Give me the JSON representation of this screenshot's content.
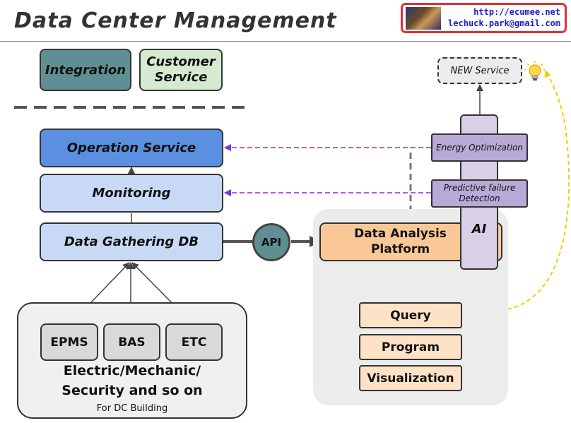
{
  "header": {
    "title": "Data Center Management",
    "url": "http://ecumee.net",
    "email": "lechuck.park@gmail.com"
  },
  "top_services": {
    "integration": "Integration",
    "customer_service": "Customer Service"
  },
  "left_stack": {
    "operation_service": "Operation Service",
    "monitoring": "Monitoring",
    "data_gathering_db": "Data Gathering DB"
  },
  "api_label": "API",
  "building": {
    "sources": [
      "EPMS",
      "BAS",
      "ETC"
    ],
    "caption_line1": "Electric/Mechanic/",
    "caption_line2": "Security and so on",
    "sub_caption": "For DC Building"
  },
  "platform": {
    "title": "Data Analysis Platform",
    "tools": [
      "Query",
      "Program",
      "Visualization"
    ]
  },
  "ai": {
    "label": "AI",
    "energy_optimization": "Energy Optimization",
    "predictive_failure": "Predictive failure Detection"
  },
  "new_service": "NEW Service",
  "colors": {
    "integration": "#5f8f93",
    "customer_service": "#d6ead2",
    "operation_service": "#5b8fe0",
    "monitoring": "#c8d9f5",
    "data_gathering_db": "#c8d9f5",
    "api": "#5f8f93",
    "platform_bg": "#ececec",
    "platform_title": "#f9c896",
    "tools": "#fde2c6",
    "ai_column": "#d9d0e8",
    "ai_boxes": "#b8aad6",
    "source_boxes": "#d9d9d9",
    "dash_arrow": "#8a2be2",
    "bulb_arrow": "#f0d000"
  },
  "icons": {
    "lightbulb": "lightbulb-icon",
    "contact_thumbnail": "avatar-thumbnail"
  }
}
